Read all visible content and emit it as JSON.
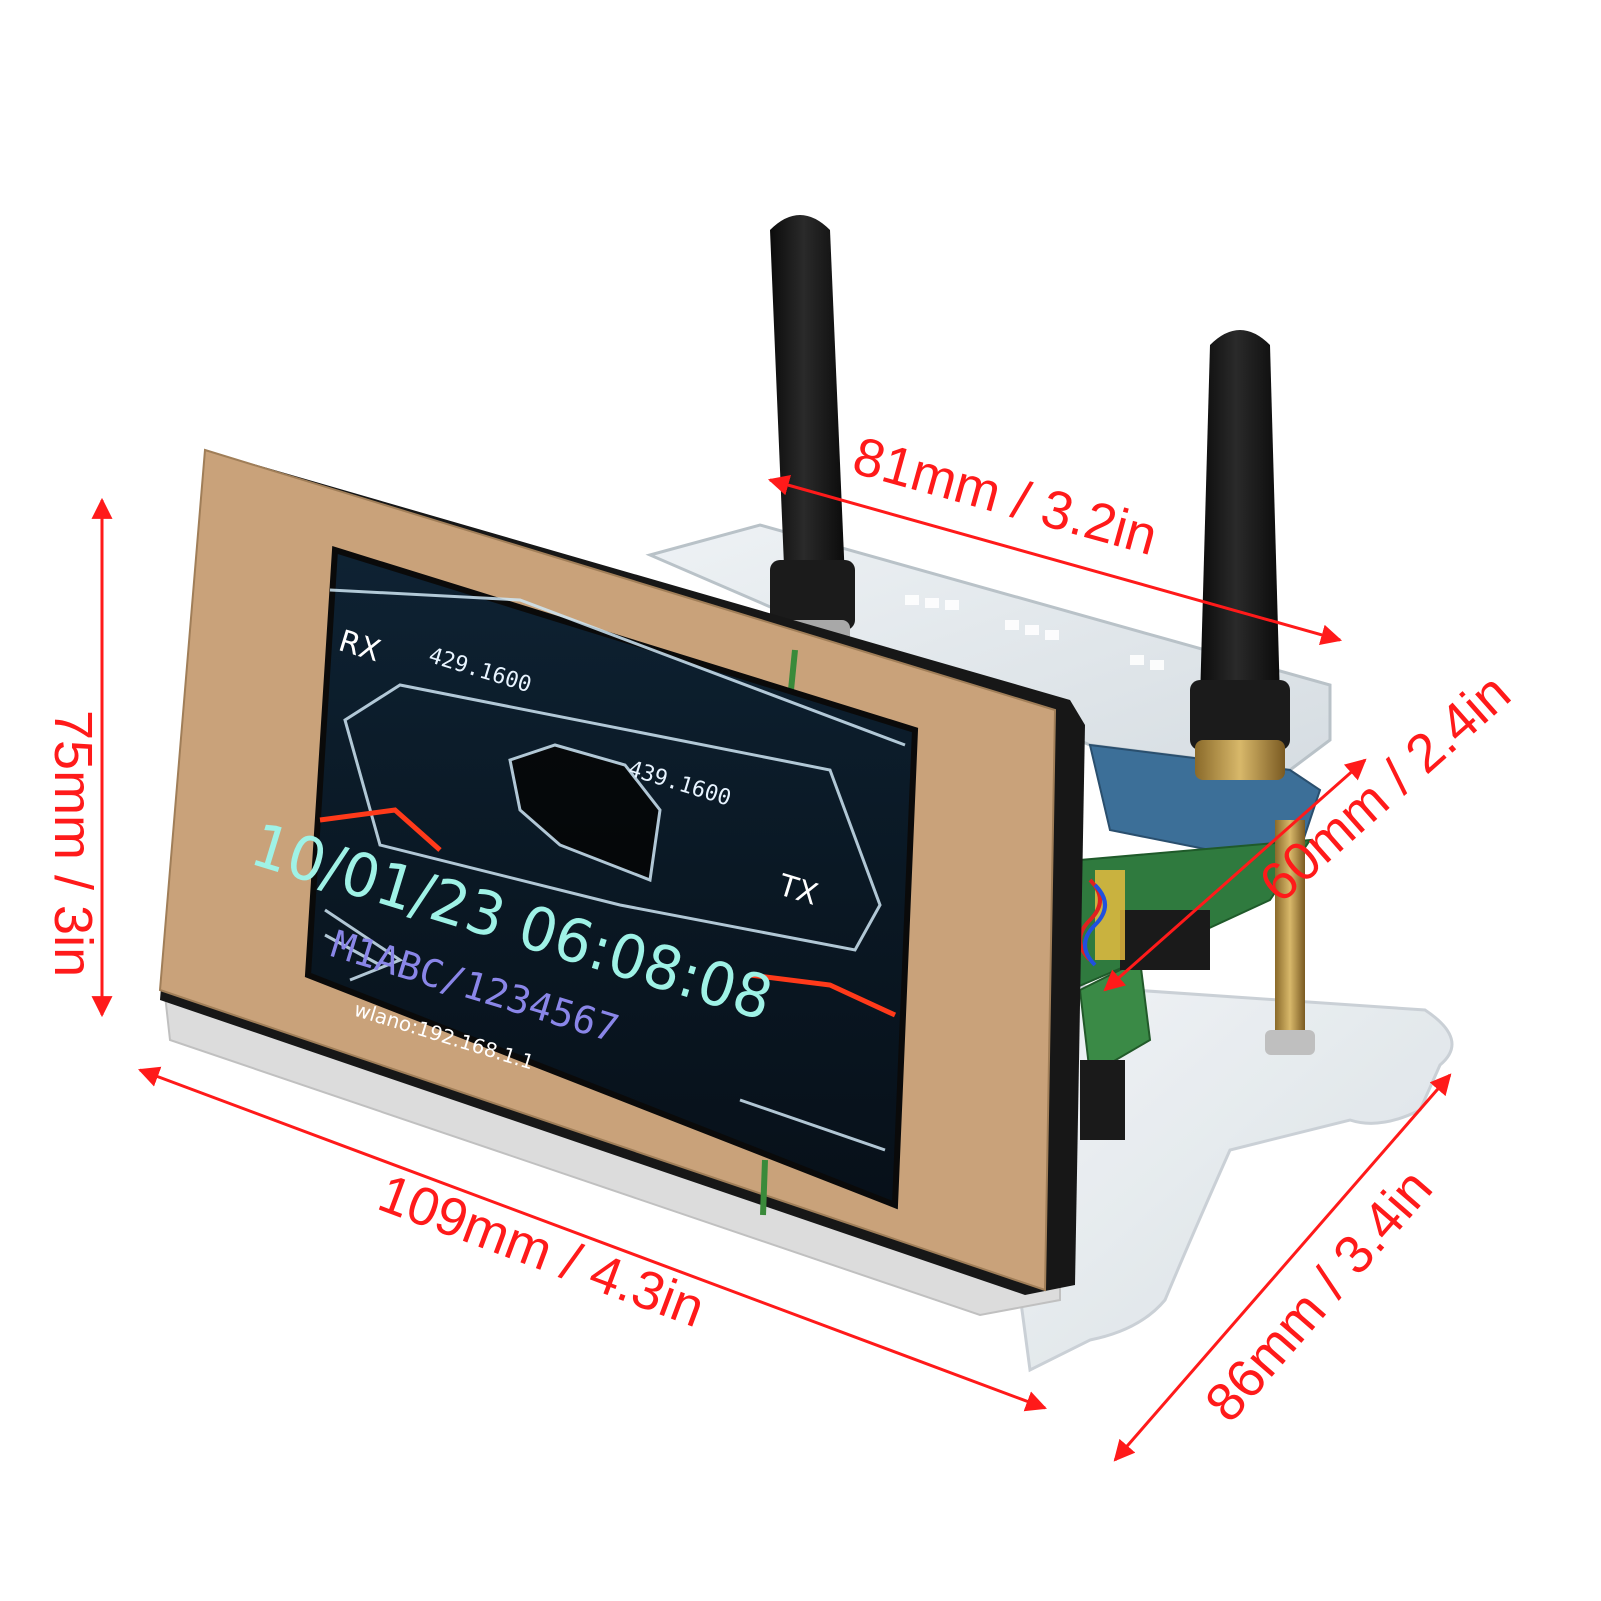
{
  "screen": {
    "rx_label": "RX",
    "tx_label": "TX",
    "rx_freq": "429.1600",
    "tx_freq": "439.1600",
    "datetime": "10/01/23 06:08:08",
    "callsign": "M1ABC/1234567",
    "ip": "wlano:192.168.1.1"
  },
  "dimensions": {
    "antenna_spacing": "81mm / 3.2in",
    "height": "75mm / 3in",
    "width": "109mm / 4.3in",
    "depth": "60mm / 2.4in",
    "base_depth": "86mm / 3.4in"
  },
  "colors": {
    "dimension": "#ff1a1a",
    "screen_text": "#9ff2e6",
    "callsign_text": "#8a86e8",
    "bezel": "#c9a27a"
  }
}
